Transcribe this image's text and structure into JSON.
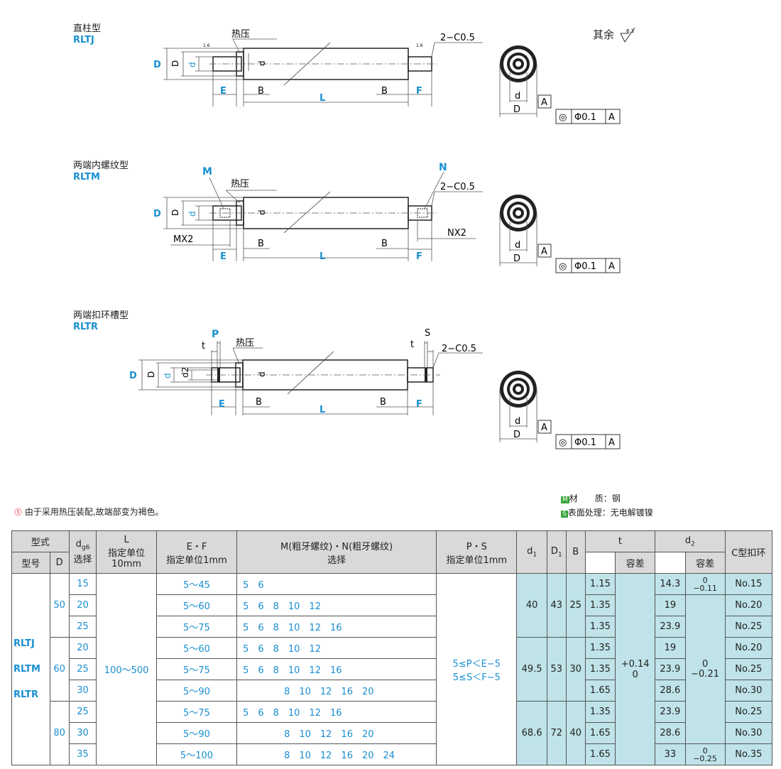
{
  "sections": [
    {
      "cn": "直柱型",
      "en": "RLTJ"
    },
    {
      "cn": "两端内螺纹型",
      "en": "RLTM"
    },
    {
      "cn": "两端扣环槽型",
      "en": "RLTR"
    }
  ],
  "labels": {
    "heat_press": "热压",
    "chamfer": "2−C0.5",
    "rest_roughness": "其余",
    "roughness_val": "6.3",
    "rough_small": "1.6",
    "D": "D",
    "D1": "D",
    "d1": "d",
    "dg6": "d",
    "g6": "g6",
    "sub1": "1",
    "E": "E",
    "B": "B",
    "L": "L",
    "F": "F",
    "M": "M",
    "N": "N",
    "MX2": "MX2",
    "NX2": "NX2",
    "P": "P",
    "S": "S",
    "t": "t",
    "d2": "d2",
    "d": "d",
    "A": "A",
    "tol_sym": "◎",
    "tol_val": "Φ0.1",
    "datum": "A"
  },
  "notes": {
    "heat_note": "由于采用热压装配,故端部变为褐色。",
    "material_label": "材　　质：钢",
    "material_icon": "M",
    "surface_label": "表面处理：无电解镀镍",
    "surface_icon": "S"
  },
  "table": {
    "h_type": "型式",
    "h_model": "型号",
    "h_D": "D",
    "h_dg6": "d",
    "h_dg6_sub": "g6",
    "h_dg6_sel": "选择",
    "h_L": "L",
    "h_L2": "指定单位",
    "h_L3": "10mm",
    "h_EF": "E・F",
    "h_EF2": "指定单位1mm",
    "h_MN": "M(粗牙螺纹)・N(粗牙螺纹)",
    "h_MN2": "选择",
    "h_PS": "P・S",
    "h_PS2": "指定单位1mm",
    "h_d1": "d",
    "h_D1": "D",
    "h_B": "B",
    "h_t": "t",
    "h_tol": "容差",
    "h_d2": "d",
    "h_d2tol": "容差",
    "h_C": "C型扣环",
    "models": [
      "RLTJ",
      "RLTM",
      "RLTR"
    ],
    "L_range": "100～500",
    "PS1": "5≤P＜E−5",
    "PS2": "5≤S＜F−5",
    "t_tol_top": "+0.14",
    "t_tol_bot": "0",
    "groups": [
      {
        "D": "50",
        "d1": "40",
        "D1": "43",
        "B": "25",
        "rows": [
          {
            "dg6": "15",
            "EF": "5～45",
            "MN": "5　6",
            "t": "1.15",
            "d2": "14.3",
            "d2tol_top": "0",
            "d2tol_bot": "−0.11",
            "C": "No.15"
          },
          {
            "dg6": "20",
            "EF": "5～60",
            "MN": "5　6　8　10　12",
            "t": "1.35",
            "d2": "19",
            "C": "No.20"
          },
          {
            "dg6": "25",
            "EF": "5～75",
            "MN": "5　6　8　10　12　16",
            "t": "1.35",
            "d2": "23.9",
            "C": "No.25"
          }
        ]
      },
      {
        "D": "60",
        "d1": "49.5",
        "D1": "53",
        "B": "30",
        "rows": [
          {
            "dg6": "20",
            "EF": "5～60",
            "MN": "5　6　8　10　12",
            "t": "1.35",
            "d2": "19",
            "C": "No.20"
          },
          {
            "dg6": "25",
            "EF": "5～75",
            "MN": "5　6　8　10　12　16",
            "t": "1.35",
            "d2": "23.9",
            "C": "No.25"
          },
          {
            "dg6": "30",
            "EF": "5～90",
            "MN": "8　10　12　16　20",
            "t": "1.65",
            "d2": "28.6",
            "C": "No.30"
          }
        ]
      },
      {
        "D": "80",
        "d1": "68.6",
        "D1": "72",
        "B": "40",
        "rows": [
          {
            "dg6": "25",
            "EF": "5～75",
            "MN": "5　6　8　10　12　16",
            "t": "1.35",
            "d2": "23.9",
            "C": "No.25"
          },
          {
            "dg6": "30",
            "EF": "5～90",
            "MN": "8　10　12　16　20",
            "t": "1.65",
            "d2": "28.6",
            "C": "No.30"
          },
          {
            "dg6": "35",
            "EF": "5～100",
            "MN": "8　10　12　16　20　24",
            "t": "1.65",
            "d2": "33",
            "d2tol_top": "0",
            "d2tol_bot": "−0.25",
            "C": "No.35"
          }
        ]
      }
    ],
    "d2_mid_tol_top": "0",
    "d2_mid_tol_bot": "−0.21"
  }
}
